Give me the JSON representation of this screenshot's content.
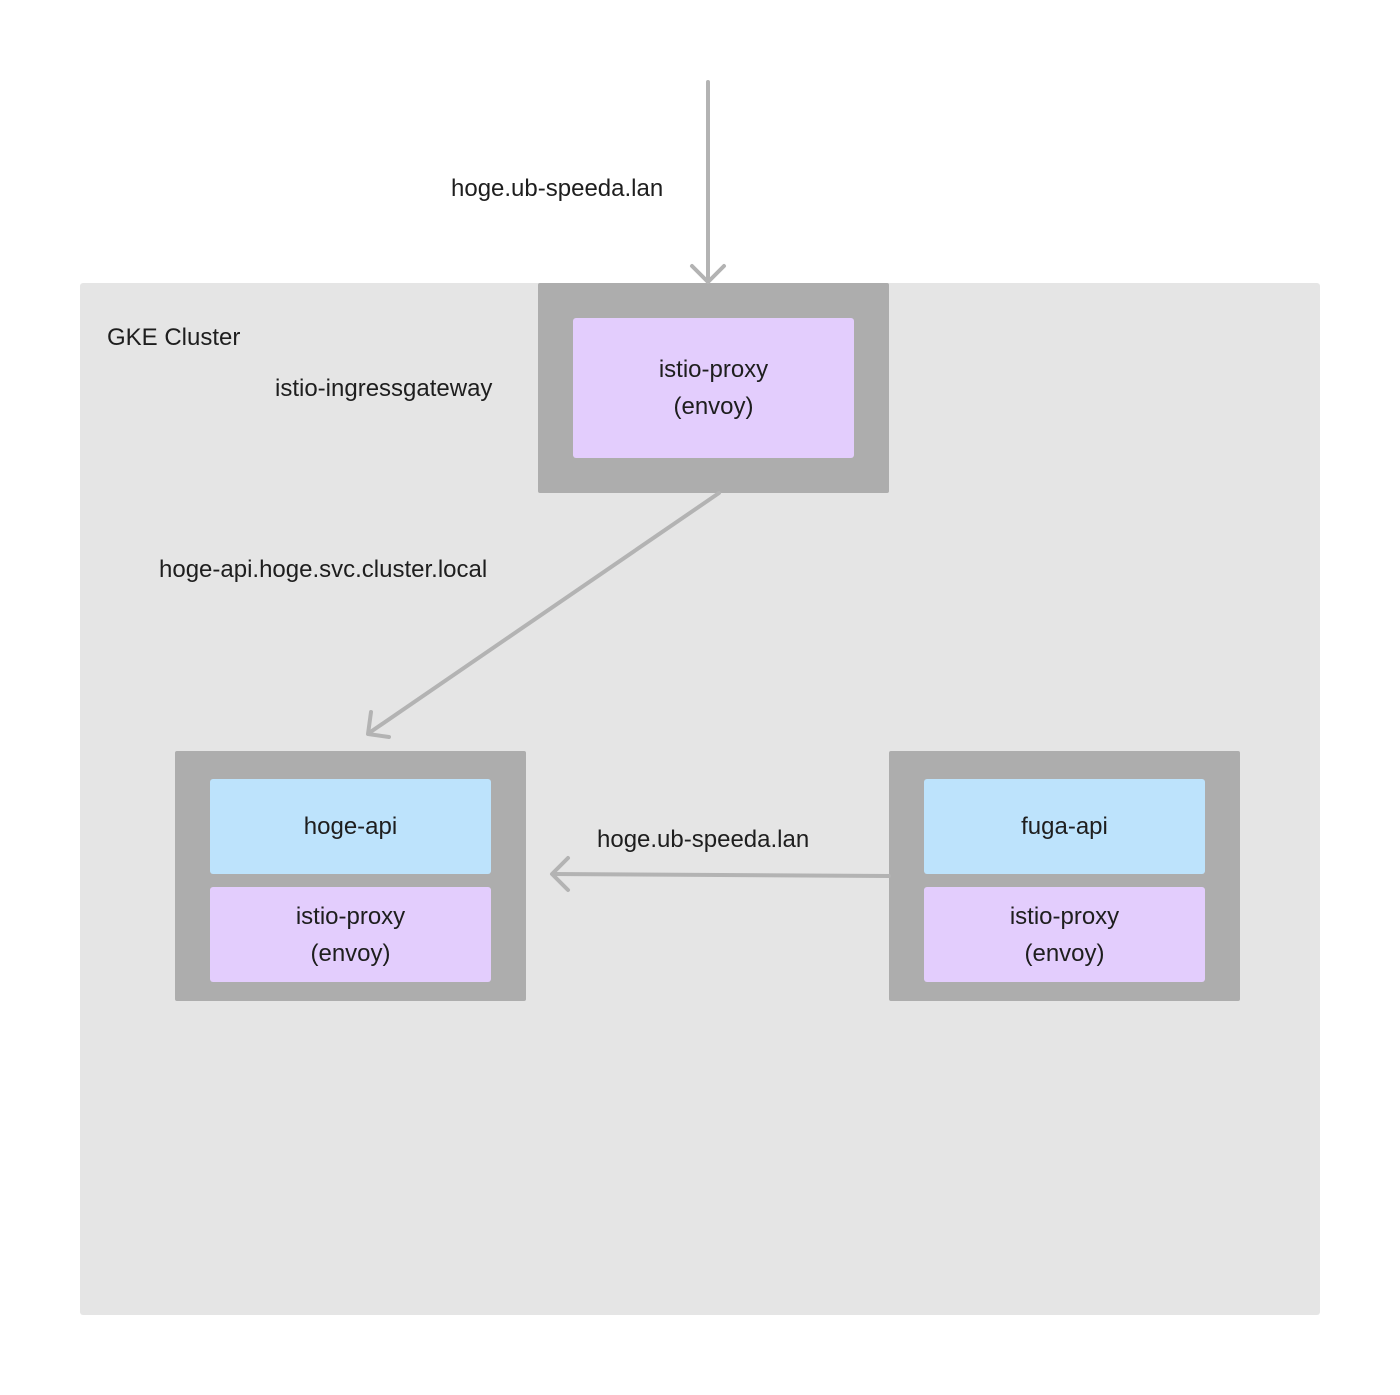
{
  "colors": {
    "cluster_bg": "#e5e5e5",
    "pod_bg": "#adadad",
    "proxy_bg": "#e3cdfd",
    "app_bg": "#bde3fc",
    "arrow": "#b3b3b3",
    "text": "#1e1e1e"
  },
  "cluster": {
    "label": "GKE Cluster"
  },
  "ingress": {
    "label": "istio-ingressgateway",
    "proxy_line1": "istio-proxy",
    "proxy_line2": "(envoy)"
  },
  "hoge_pod": {
    "app": "hoge-api",
    "proxy_line1": "istio-proxy",
    "proxy_line2": "(envoy)"
  },
  "fuga_pod": {
    "app": "fuga-api",
    "proxy_line1": "istio-proxy",
    "proxy_line2": "(envoy)"
  },
  "edges": {
    "external": "hoge.ub-speeda.lan",
    "ingress_to_hoge": "hoge-api.hoge.svc.cluster.local",
    "fuga_to_hoge": "hoge.ub-speeda.lan"
  }
}
